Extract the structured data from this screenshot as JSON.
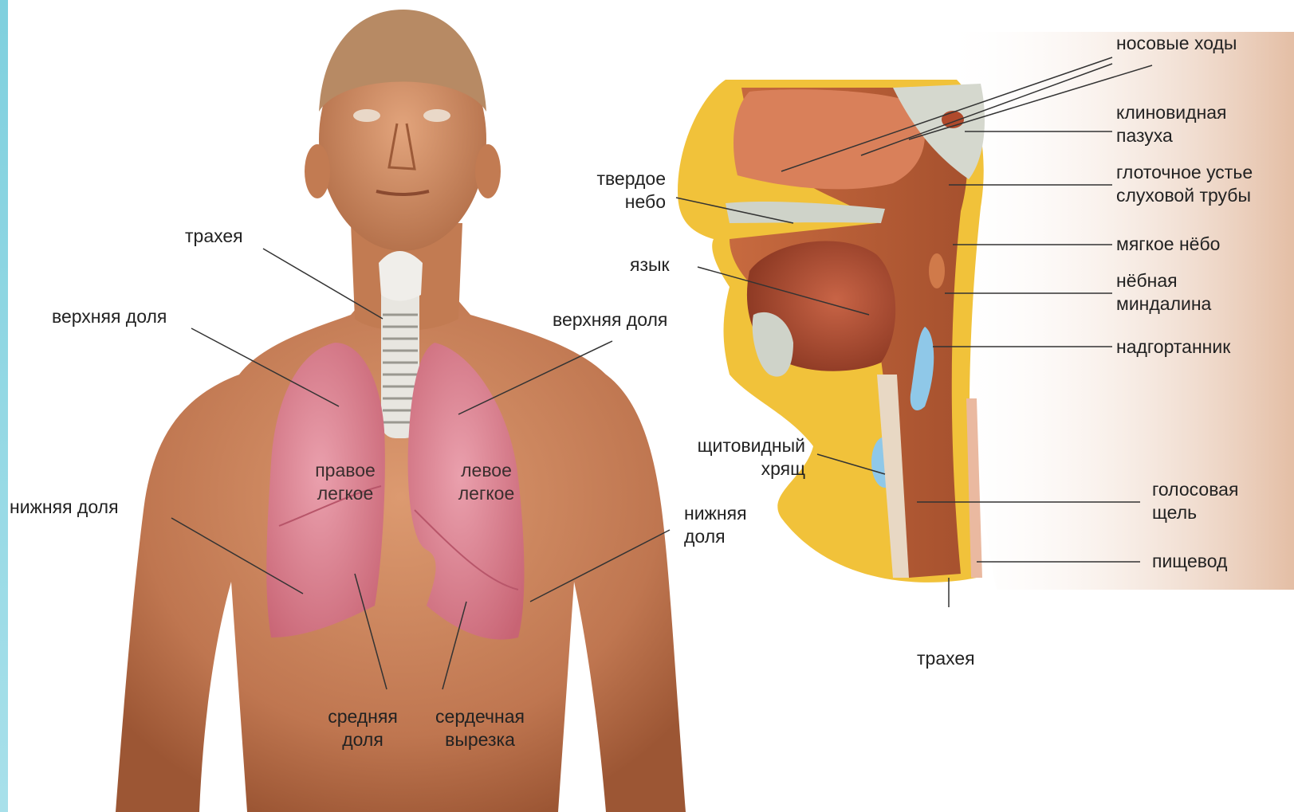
{
  "torso": {
    "trachea": "трахея",
    "upper_lobe_right": "верхняя доля",
    "upper_lobe_left": "верхняя доля",
    "lower_lobe_right": "нижняя доля",
    "lower_lobe_left": [
      "нижняя",
      "доля"
    ],
    "right_lung": [
      "правое",
      "легкое"
    ],
    "left_lung": [
      "левое",
      "легкое"
    ],
    "middle_lobe": [
      "средняя",
      "доля"
    ],
    "cardiac_notch": [
      "сердечная",
      "вырезка"
    ]
  },
  "head": {
    "nasal_passages": "носовые ходы",
    "sphenoid_sinus": [
      "клиновидная",
      "пазуха"
    ],
    "eustachian_opening": [
      "глоточное устье",
      "слуховой трубы"
    ],
    "hard_palate": [
      "твердое",
      "небо"
    ],
    "soft_palate": "мягкое нёбо",
    "tongue": "язык",
    "palatine_tonsil": [
      "нёбная",
      "миндалина"
    ],
    "epiglottis": "надгортанник",
    "thyroid_cartilage": [
      "щитовидный",
      "хрящ"
    ],
    "glottis": [
      "голосовая",
      "щель"
    ],
    "esophagus": "пищевод",
    "trachea": "трахея"
  },
  "colors": {
    "skin": "#c9845c",
    "lung": "#d9808f",
    "muscle": "#b55a36",
    "fat": "#f3c93a",
    "cartilage": "#8fc8e8",
    "bone": "#cfd3c9"
  }
}
